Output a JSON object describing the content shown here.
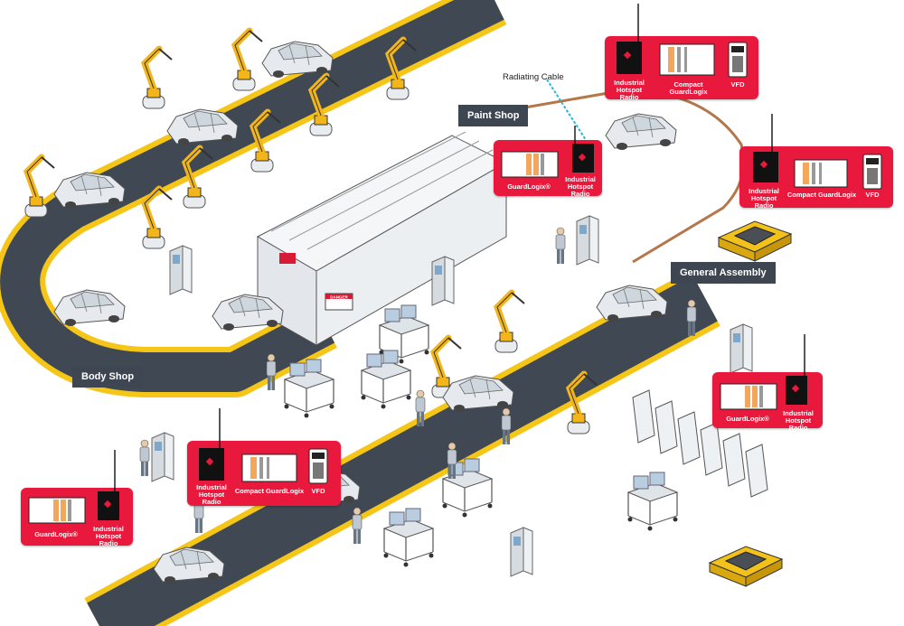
{
  "areas": {
    "body_shop": "Body Shop",
    "paint_shop": "Paint Shop",
    "general_assembly": "General Assembly"
  },
  "annotation": {
    "radiating_cable": "Radiating Cable"
  },
  "signs": {
    "danger": "DANGER"
  },
  "devices": {
    "guardlogix": "GuardLogix",
    "guardlogix_reg": "GuardLogix®",
    "radio_line1": "Industrial",
    "radio_line2": "Hotspot Radio",
    "compact_guardlogix": "Compact GuardLogix",
    "vfd": "VFD"
  },
  "colors": {
    "callout": "#e8193c",
    "label_bg": "#3d4651",
    "conveyor": "#3f4853",
    "conveyor_edge": "#f5c518",
    "robot": "#f2b51b",
    "cable": "#b5764a",
    "radiating_cable": "#2ab7d6"
  }
}
